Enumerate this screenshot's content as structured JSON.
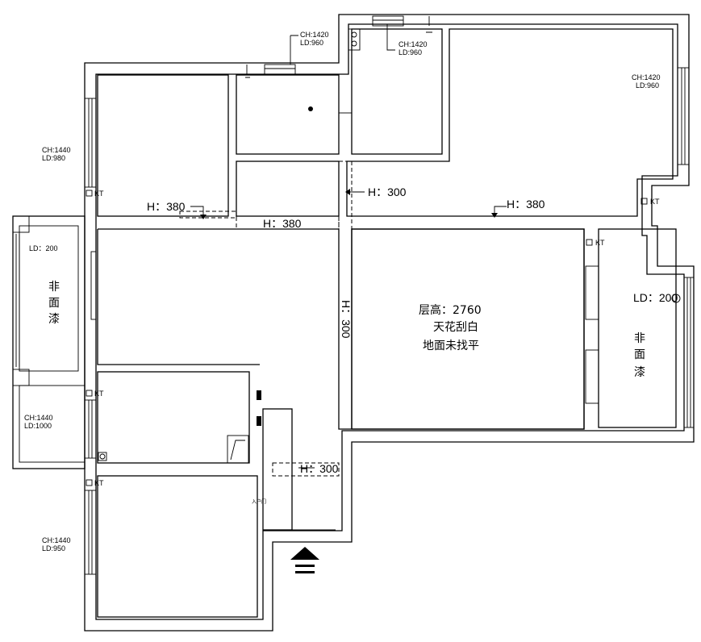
{
  "window_labels": {
    "top_left": [
      "CH:1420",
      "LD:960"
    ],
    "top_mid": [
      "CH:1420",
      "LD:960"
    ],
    "right_top": [
      "CH:1420",
      "LD:960"
    ],
    "left_upper": [
      "CH:1440",
      "LD:980"
    ],
    "left_middle": [
      "CH:1440",
      "LD:1000"
    ],
    "left_lower": [
      "CH:1440",
      "LD:950"
    ]
  },
  "kt": "KT",
  "beams": {
    "h380_left": "H：380",
    "h380_center": "H：380",
    "h380_right": "H：380",
    "h300_top": "H：300",
    "h300_vertical": "H：300",
    "h300_bottom": "H：300"
  },
  "ld200_left": "LD：200",
  "ld200_right": "LD：200",
  "balcony_left": [
    "非",
    "面",
    "漆"
  ],
  "balcony_right": [
    "非",
    "面",
    "漆"
  ],
  "center_notes": [
    "层高：2760",
    "天花刮白",
    "地面未找平"
  ],
  "small_label": "入户门"
}
